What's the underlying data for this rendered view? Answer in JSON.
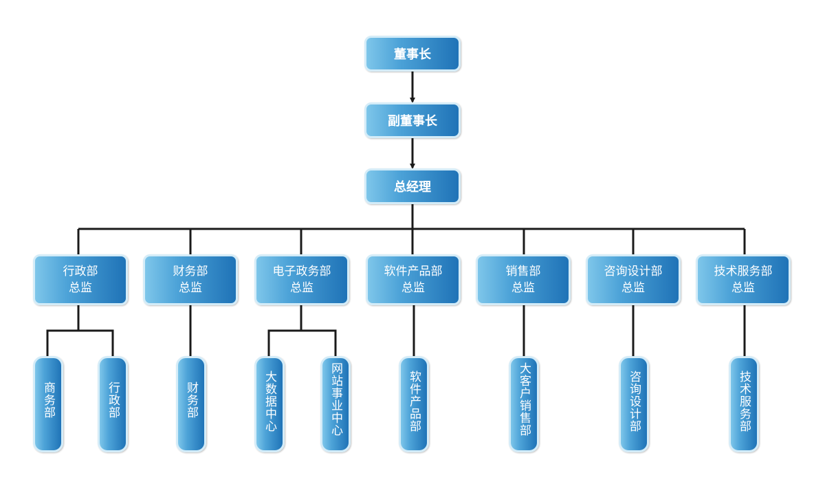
{
  "top": {
    "chairman": "董事长",
    "vice_chairman": "副董事长",
    "general_manager": "总经理"
  },
  "departments": [
    {
      "name": "行政部",
      "title": "总监",
      "subs": [
        "商务部",
        "行政部"
      ]
    },
    {
      "name": "财务部",
      "title": "总监",
      "subs": [
        "财务部"
      ]
    },
    {
      "name": "电子政务部",
      "title": "总监",
      "subs": [
        "大数据中心",
        "网站事业中心"
      ]
    },
    {
      "name": "软件产品部",
      "title": "总监",
      "subs": [
        "软件产品部"
      ]
    },
    {
      "name": "销售部",
      "title": "总监",
      "subs": [
        "大客户销售部"
      ]
    },
    {
      "name": "咨询设计部",
      "title": "总监",
      "subs": [
        "咨询设计部"
      ]
    },
    {
      "name": "技术服务部",
      "title": "总监",
      "subs": [
        "技术服务部"
      ]
    }
  ],
  "colors": {
    "box_light": "#7ec6ea",
    "box_dark": "#1f73b7",
    "box_border": "#d4ecf8",
    "connector": "#1a1a1a"
  }
}
